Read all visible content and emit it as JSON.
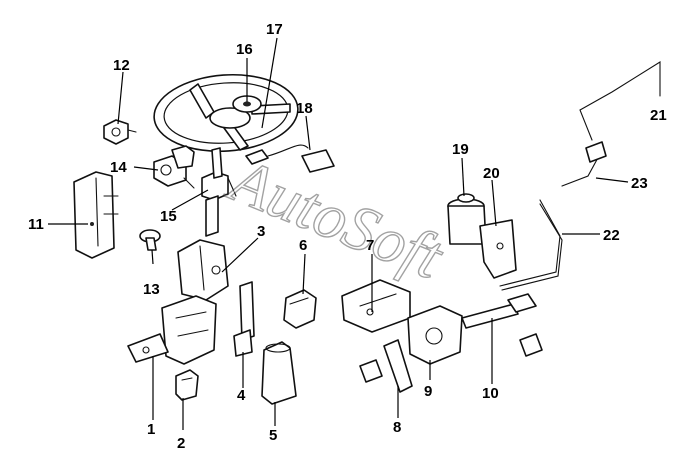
{
  "watermark": "AutoSoft",
  "callouts": {
    "n1": "1",
    "n2": "2",
    "n3": "3",
    "n4": "4",
    "n5": "5",
    "n6": "6",
    "n7": "7",
    "n8": "8",
    "n9": "9",
    "n10": "10",
    "n11": "11",
    "n12": "12",
    "n13": "13",
    "n14": "14",
    "n15": "15",
    "n16": "16",
    "n17": "17",
    "n18": "18",
    "n19": "19",
    "n20": "20",
    "n21": "21",
    "n22": "22",
    "n23": "23"
  }
}
